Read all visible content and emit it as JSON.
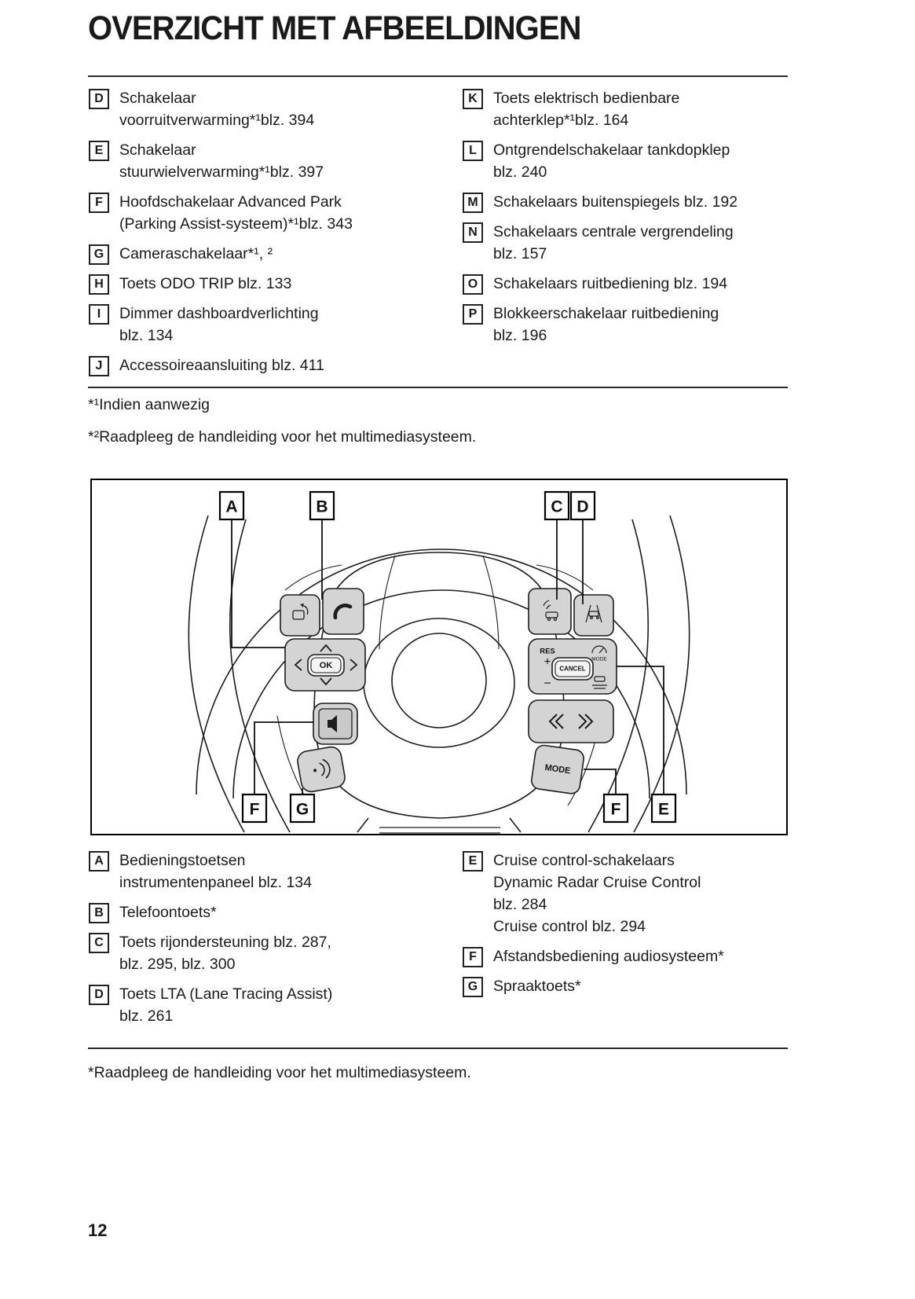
{
  "page": {
    "title": "OVERZICHT MET AFBEELDINGEN",
    "number": "12"
  },
  "colors": {
    "button_gray": "#d4d4d4",
    "line": "#1c1c1c"
  },
  "top_list": {
    "left": [
      {
        "k": "D",
        "t": "Schakelaar\nvoorruitverwarming*¹blz. 394"
      },
      {
        "k": "E",
        "t": "Schakelaar\nstuurwielverwarming*¹blz. 397"
      },
      {
        "k": "F",
        "t": "Hoofdschakelaar Advanced Park\n(Parking Assist-systeem)*¹blz. 343"
      },
      {
        "k": "G",
        "t": "Cameraschakelaar*¹, ²"
      },
      {
        "k": "H",
        "t": "Toets ODO TRIP blz. 133"
      },
      {
        "k": "I",
        "t": "Dimmer dashboardverlichting\nblz. 134"
      },
      {
        "k": "J",
        "t": "Accessoireaansluiting blz. 411"
      }
    ],
    "right": [
      {
        "k": "K",
        "t": "Toets elektrisch bedienbare\nachterklep*¹blz. 164"
      },
      {
        "k": "L",
        "t": "Ontgrendelschakelaar tankdopklep\nblz. 240"
      },
      {
        "k": "M",
        "t": "Schakelaars buitenspiegels blz. 192"
      },
      {
        "k": "N",
        "t": "Schakelaars centrale vergrendeling\nblz. 157"
      },
      {
        "k": "O",
        "t": "Schakelaars ruitbediening blz. 194"
      },
      {
        "k": "P",
        "t": "Blokkeerschakelaar ruitbediening\nblz. 196"
      }
    ]
  },
  "notes": {
    "note1": "*¹Indien aanwezig",
    "note2": "*²Raadpleeg de handleiding voor het multimediasysteem."
  },
  "diagram": {
    "callouts": {
      "a": "A",
      "b": "B",
      "c": "C",
      "d": "D",
      "f_left": "F",
      "g": "G",
      "f_right": "F",
      "e": "E"
    },
    "buttons": {
      "ok": "OK",
      "cancel": "CANCEL",
      "res": "RES",
      "plus": "+",
      "minus": "−",
      "mode_small": "MODE",
      "mode": "MODE"
    }
  },
  "bottom_list": {
    "left": [
      {
        "k": "A",
        "t": "Bedieningstoetsen\ninstrumentenpaneel blz. 134"
      },
      {
        "k": "B",
        "t": "Telefoontoets*"
      },
      {
        "k": "C",
        "t": "Toets rijondersteuning blz. 287,\nblz. 295, blz. 300"
      },
      {
        "k": "D",
        "t": "Toets LTA (Lane Tracing Assist)\nblz. 261"
      }
    ],
    "right": [
      {
        "k": "E",
        "t": "Cruise control-schakelaars\nDynamic Radar Cruise Control\nblz. 284\nCruise control blz. 294"
      },
      {
        "k": "F",
        "t": "Afstandsbediening audiosysteem*"
      },
      {
        "k": "G",
        "t": "Spraaktoets*"
      }
    ]
  },
  "footnote": "*Raadpleeg de handleiding voor het multimediasysteem."
}
